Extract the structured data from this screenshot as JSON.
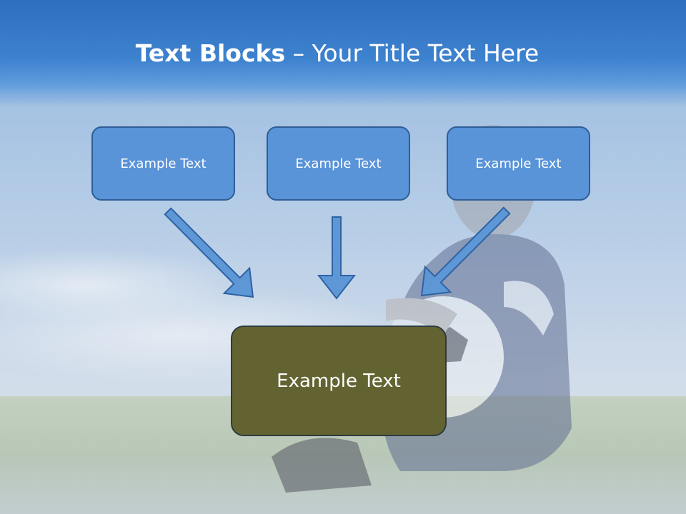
{
  "title": {
    "bold": "Text Blocks",
    "rest": " – Your Title Text Here"
  },
  "blocks": [
    {
      "label": "Example Text"
    },
    {
      "label": "Example Text"
    },
    {
      "label": "Example Text"
    }
  ],
  "target_block": {
    "label": "Example Text"
  },
  "colors": {
    "top_box_fill": "#5993d8",
    "top_box_border": "#2f5e96",
    "bottom_box_fill": "#636332",
    "arrow_fill": "#5e97d6",
    "arrow_stroke": "#2f63a3"
  }
}
